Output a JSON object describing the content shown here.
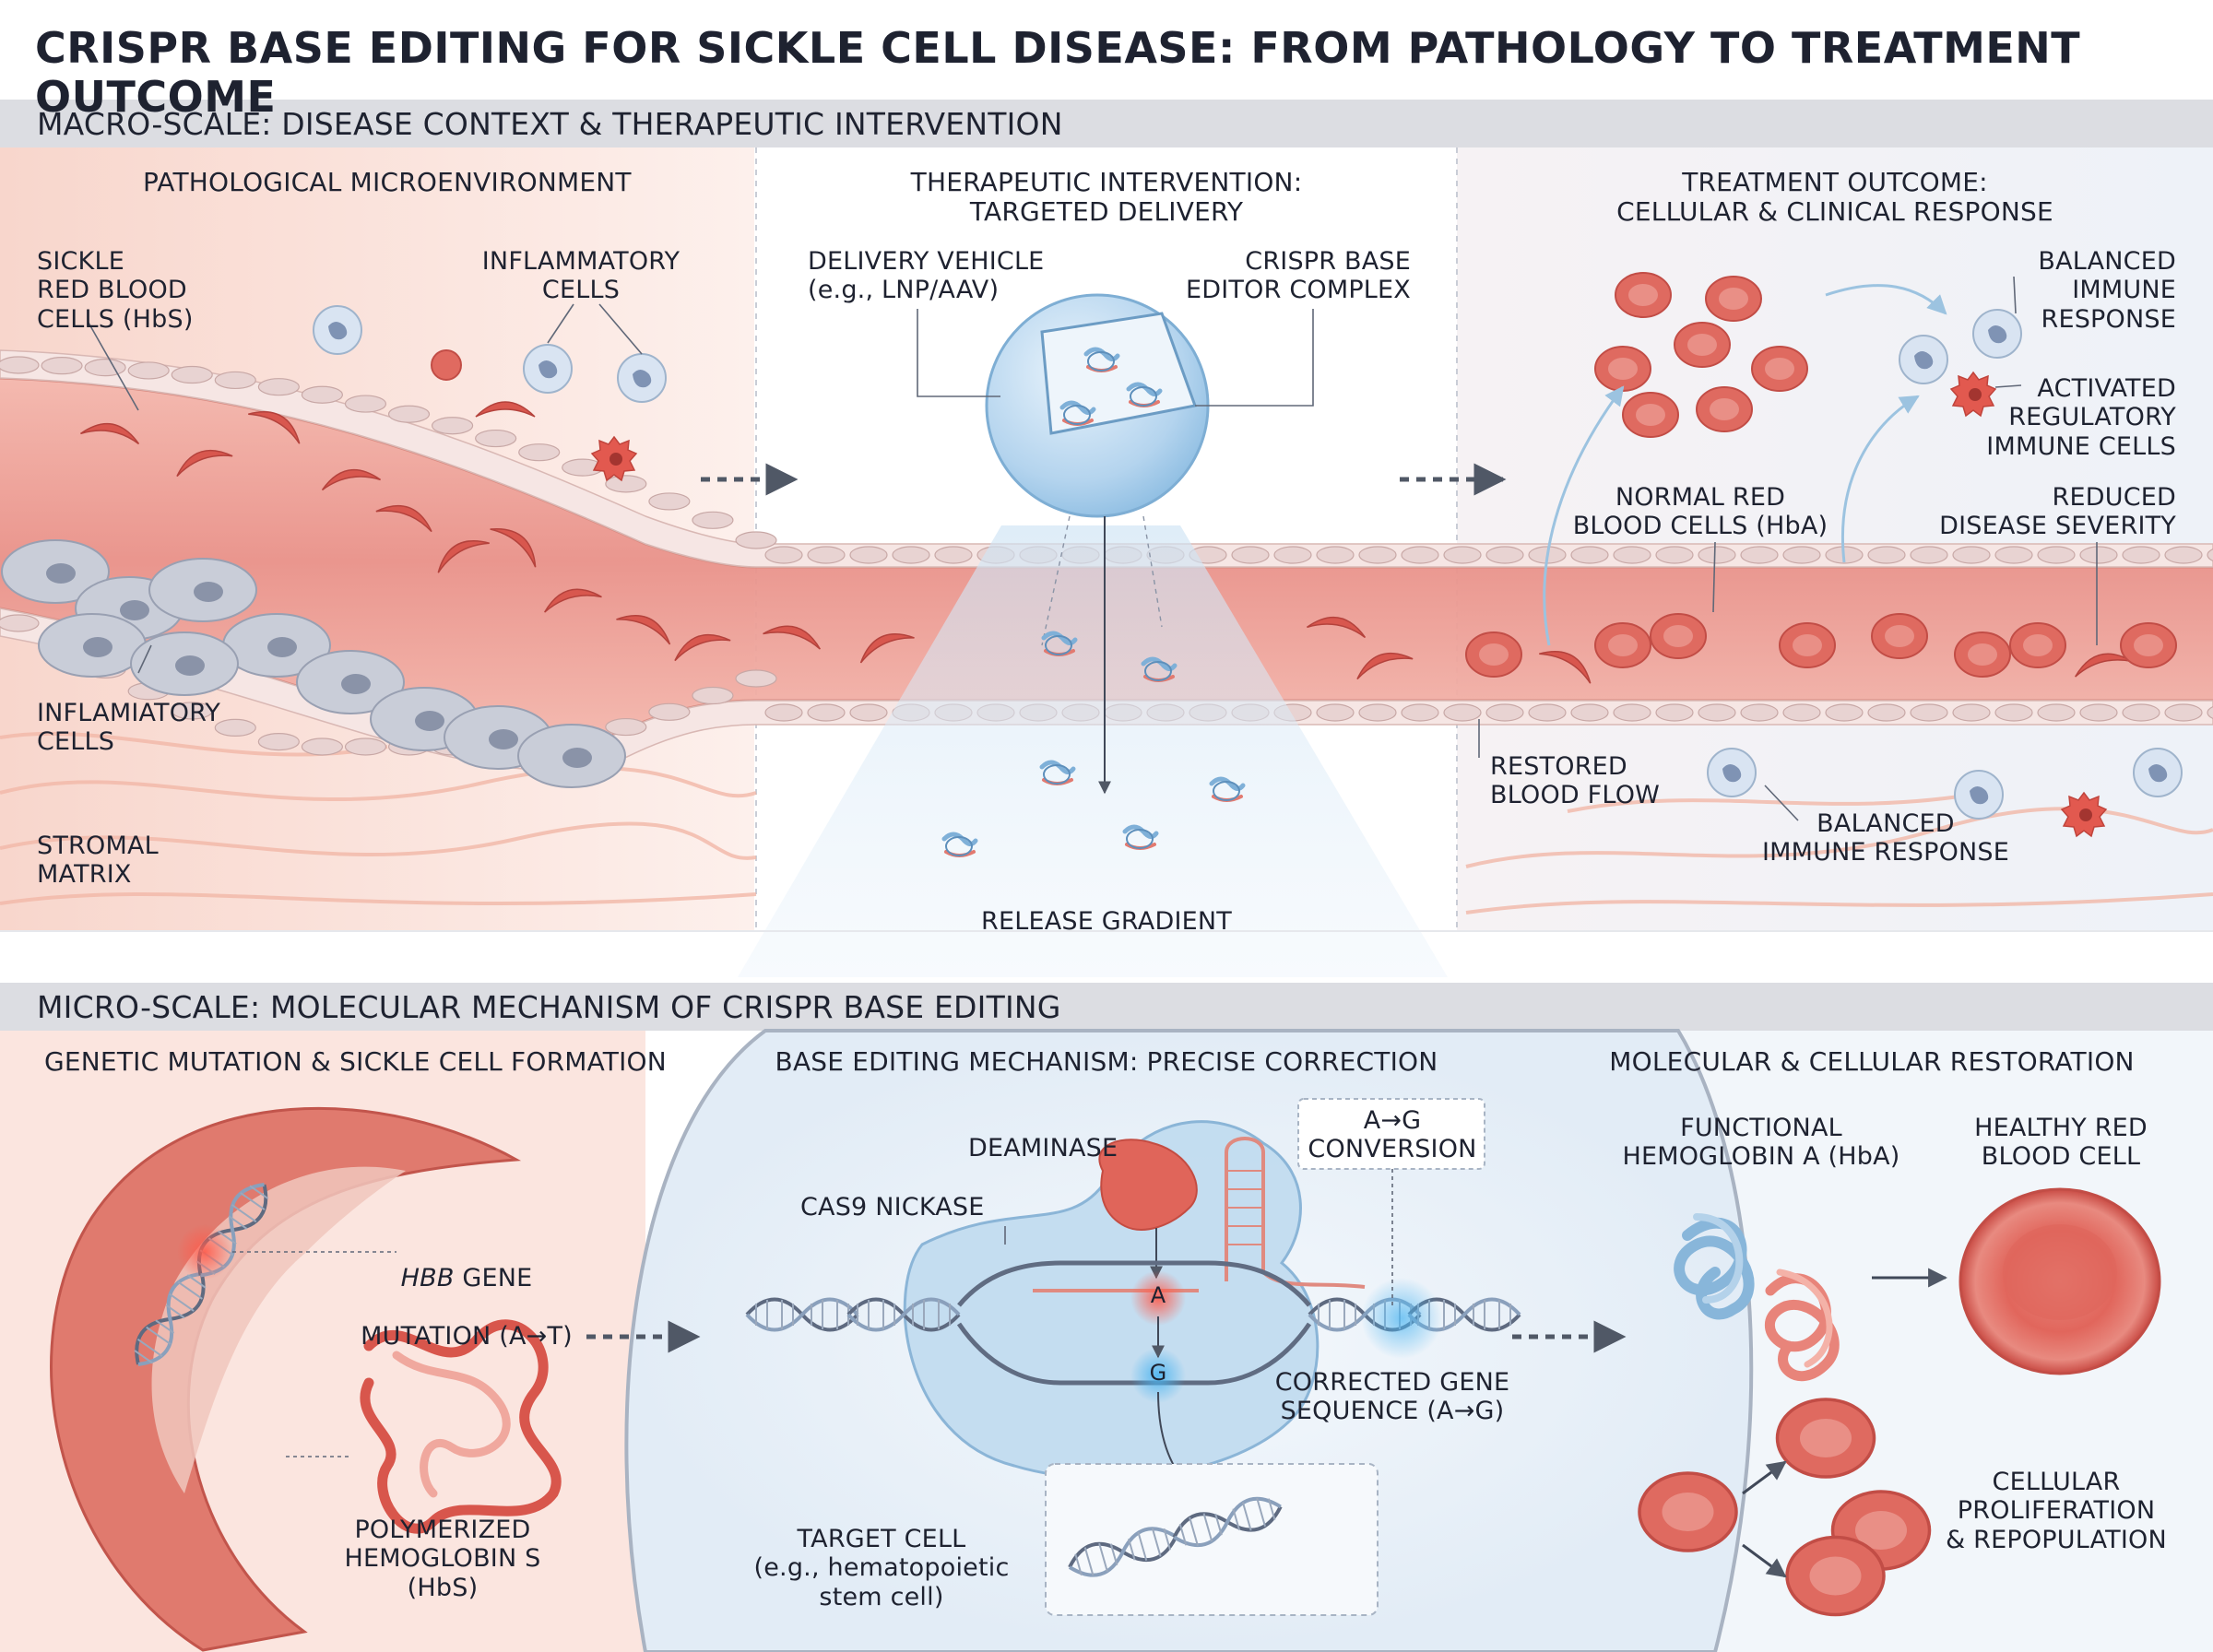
{
  "title": "CRISPR BASE EDITING FOR SICKLE CELL DISEASE: FROM PATHOLOGY TO TREATMENT OUTCOME",
  "macro": {
    "band": "MACRO-SCALE: DISEASE CONTEXT & THERAPEUTIC INTERVENTION",
    "patho": {
      "heading": "PATHOLOGICAL MICROENVIRONMENT",
      "sickle_rbc": "SICKLE\nRED BLOOD\nCELLS (HbS)",
      "inflammatory_top": "INFLAMMATORY\nCELLS",
      "inflamatory_bottom": "INFLAMIATORY\nCELLS",
      "stromal": "STROMAL\nMATRIX"
    },
    "intervention": {
      "heading": "THERAPEUTIC INTERVENTION:\nTARGETED DELIVERY",
      "vehicle": "DELIVERY VEHICLE\n(e.g., LNP/AAV)",
      "editor": "CRISPR BASE\nEDITOR COMPLEX",
      "gradient": "RELEASE GRADIENT"
    },
    "outcome": {
      "heading": "TREATMENT OUTCOME:\nCELLULAR & CLINICAL RESPONSE",
      "balanced_top": "BALANCED\nIMMUNE\nRESPONSE",
      "activated": "ACTIVATED\nREGULATORY\nIMMUNE CELLS",
      "normal_rbc": "NORMAL RED\nBLOOD CELLS (HbA)",
      "reduced": "REDUCED\nDISEASE SEVERITY",
      "restored": "RESTORED\nBLOOD FLOW",
      "balanced_bottom": "BALANCED\nIMMUNE RESPONSE"
    }
  },
  "micro": {
    "band": "MICRO-SCALE: MOLECULAR MECHANISM OF CRISPR BASE EDITING",
    "mutation": {
      "heading": "GENETIC MUTATION & SICKLE CELL FORMATION",
      "gene_italic": "HBB",
      "gene_rest": " GENE",
      "gene_line2": "MUTATION (A→T)",
      "poly": "POLYMERIZED\nHEMOGLOBIN S\n(HbS)"
    },
    "mechanism": {
      "heading": "BASE EDITING MECHANISM: PRECISE CORRECTION",
      "deaminase": "DEAMINASE",
      "conversion": "A→G\nCONVERSION",
      "cas9": "CAS9 NICKASE",
      "base_a": "A",
      "base_g": "G",
      "corrected": "CORRECTED GENE\nSEQUENCE (A→G)",
      "target": "TARGET CELL\n(e.g., hematopoietic\nstem cell)"
    },
    "restoration": {
      "heading": "MOLECULAR & CELLULAR RESTORATION",
      "hba": "FUNCTIONAL\nHEMOGLOBIN A (HbA)",
      "healthy": "HEALTHY RED\nBLOOD CELL",
      "prolif": "CELLULAR\nPROLIFERATION\n& REPOPULATION"
    }
  },
  "colors": {
    "band_bg": "#dcdde2",
    "rbc": "#e07068",
    "rbc_dark": "#b8443e",
    "vessel": "#f0a8a0",
    "inflammatory": "#c9cdd8",
    "blue": "#9cc8e6",
    "arrow": "#505866"
  }
}
